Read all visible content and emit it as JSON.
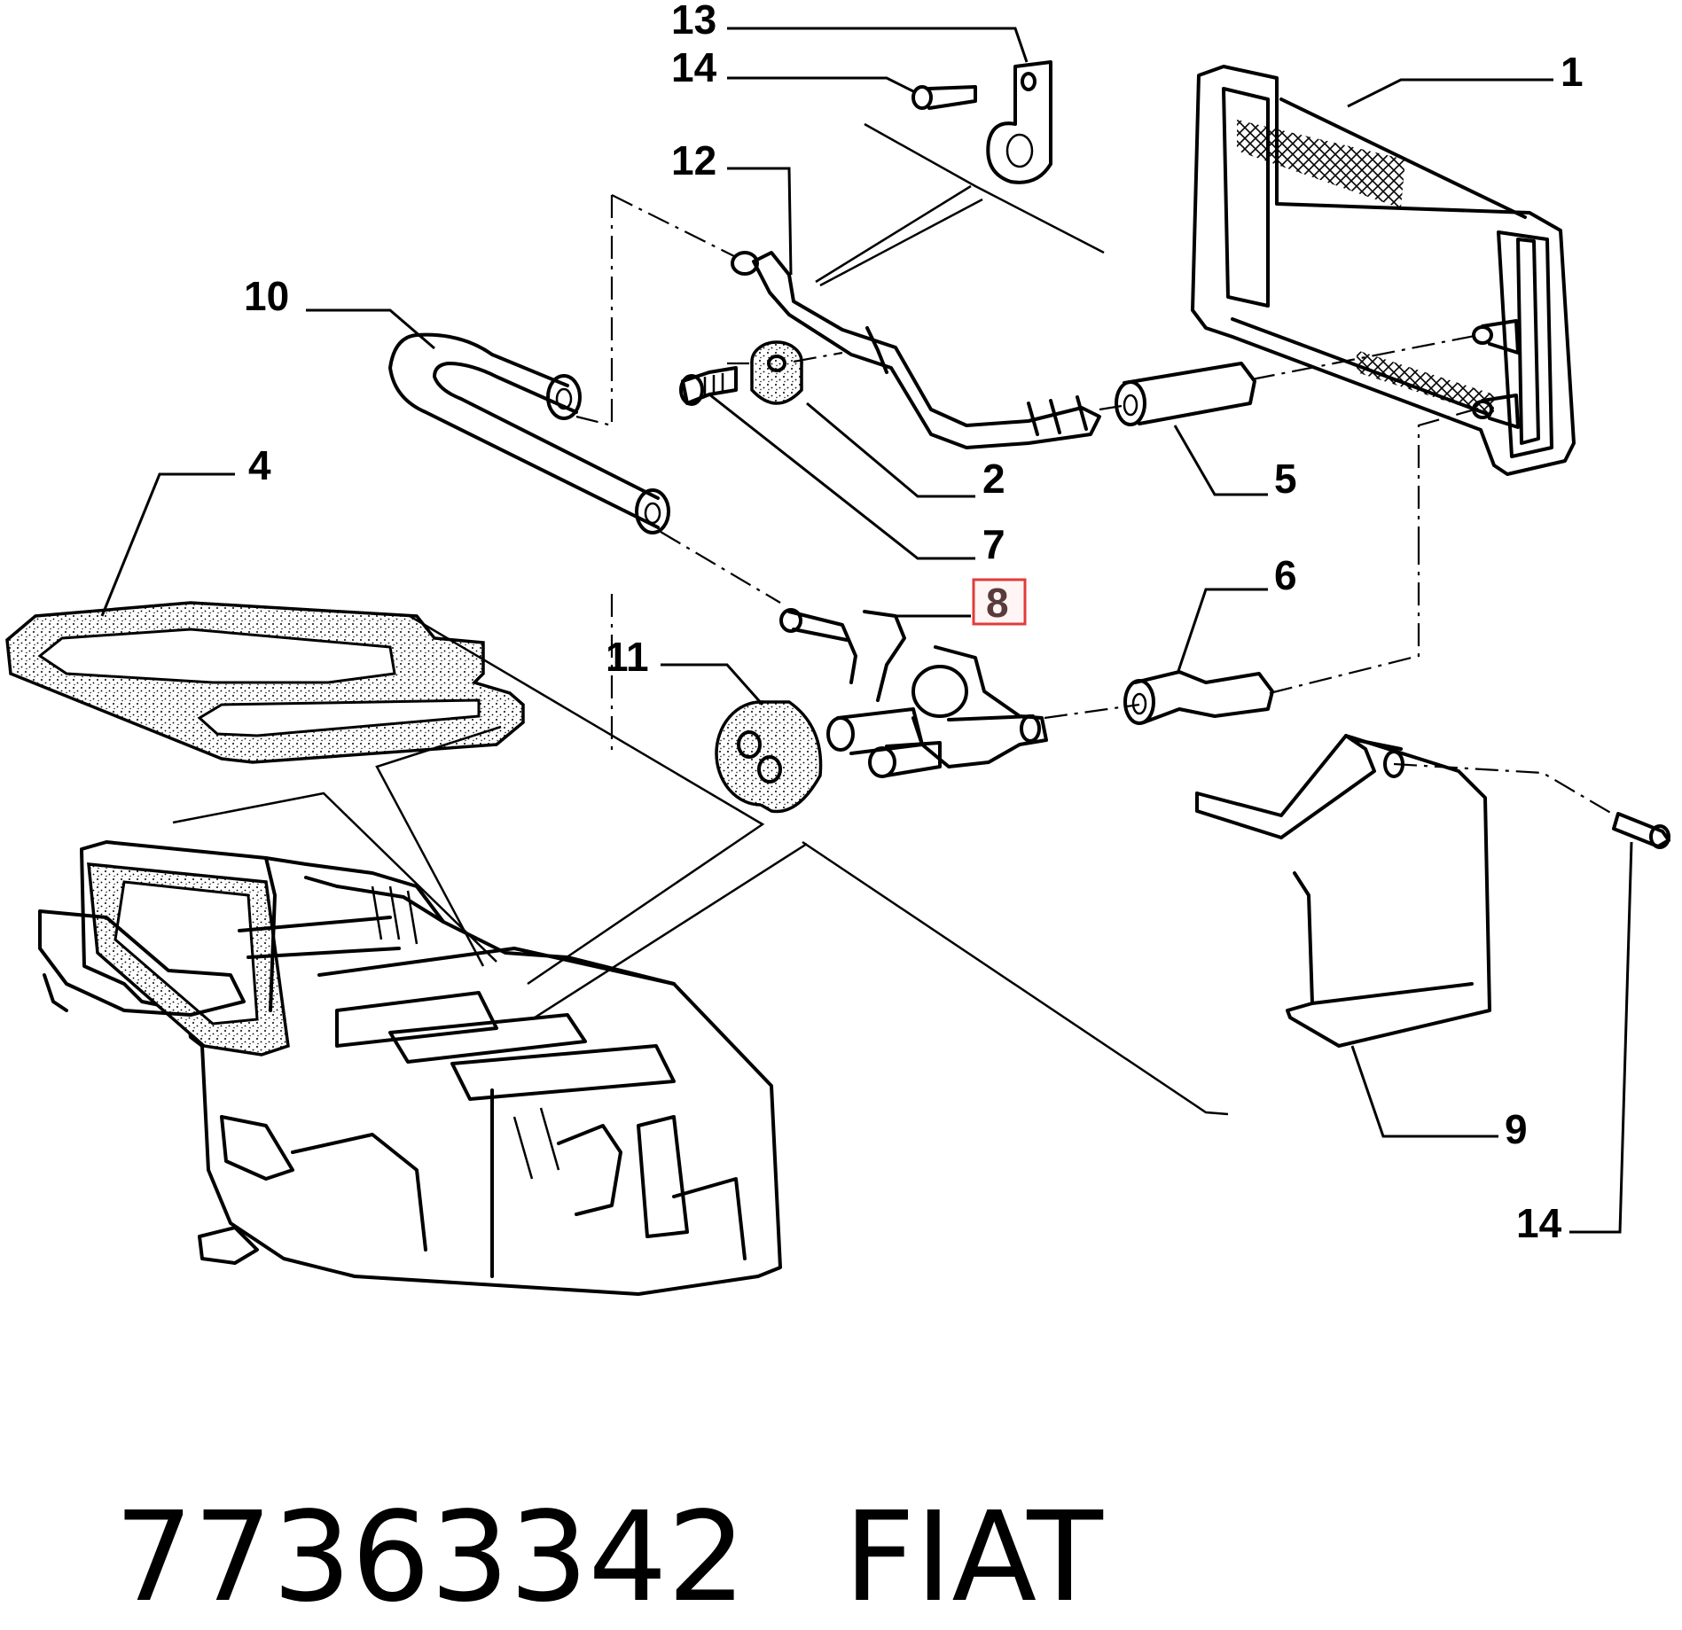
{
  "diagram": {
    "callouts": [
      {
        "id": "1",
        "label": "1"
      },
      {
        "id": "2",
        "label": "2"
      },
      {
        "id": "4",
        "label": "4"
      },
      {
        "id": "5",
        "label": "5"
      },
      {
        "id": "6",
        "label": "6"
      },
      {
        "id": "7",
        "label": "7"
      },
      {
        "id": "8",
        "label": "8",
        "highlighted": true
      },
      {
        "id": "9",
        "label": "9"
      },
      {
        "id": "10",
        "label": "10"
      },
      {
        "id": "11",
        "label": "11"
      },
      {
        "id": "12",
        "label": "12"
      },
      {
        "id": "13",
        "label": "13"
      },
      {
        "id": "14a",
        "label": "14"
      },
      {
        "id": "14b",
        "label": "14"
      }
    ],
    "highlight_color": "#e23b3b"
  },
  "caption": {
    "part_number": "77363342",
    "brand": "FIAT"
  }
}
